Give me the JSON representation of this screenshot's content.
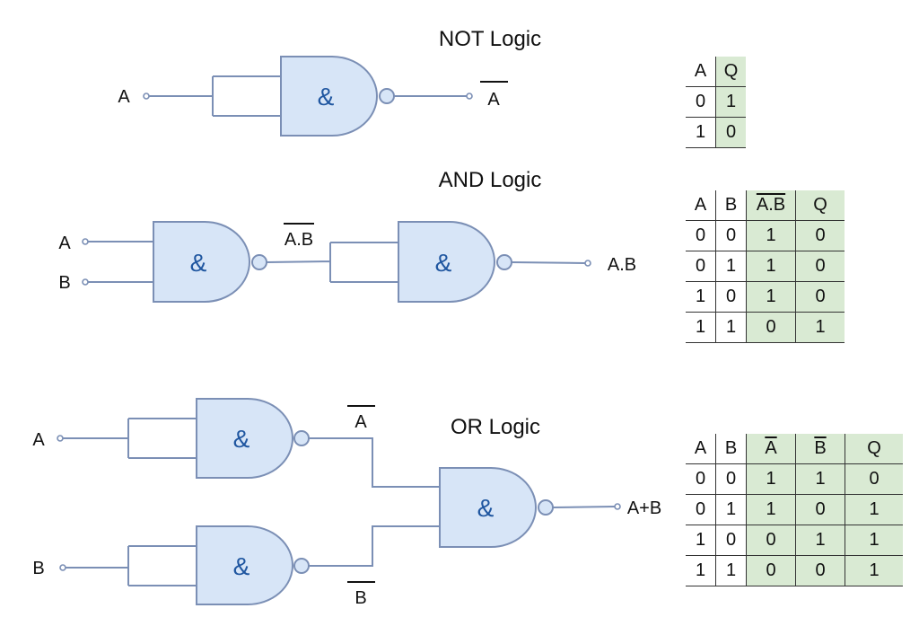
{
  "colors": {
    "gate_fill": "#d7e5f7",
    "wire": "#7b8fb5",
    "ampersand": "#1f56a0",
    "table_highlight": "#d9ead3"
  },
  "gate_symbol": "&",
  "not_logic": {
    "title": "NOT Logic",
    "input_label": "A",
    "output_label": "A",
    "output_inverted": true,
    "truth_table": {
      "headers": [
        {
          "text": "A",
          "overline": false
        },
        {
          "text": "Q",
          "overline": false
        }
      ],
      "rows": [
        [
          "0",
          "1"
        ],
        [
          "1",
          "0"
        ]
      ]
    }
  },
  "and_logic": {
    "title": "AND Logic",
    "input_labels": [
      "A",
      "B"
    ],
    "intermediate_label": "A.B",
    "intermediate_inverted": true,
    "output_label": "A.B",
    "truth_table": {
      "headers": [
        {
          "text": "A",
          "overline": false
        },
        {
          "text": "B",
          "overline": false
        },
        {
          "text": "A.B",
          "overline": true
        },
        {
          "text": "Q",
          "overline": false
        }
      ],
      "rows": [
        [
          "0",
          "0",
          "1",
          "0"
        ],
        [
          "0",
          "1",
          "1",
          "0"
        ],
        [
          "1",
          "0",
          "1",
          "0"
        ],
        [
          "1",
          "1",
          "0",
          "1"
        ]
      ]
    }
  },
  "or_logic": {
    "title": "OR Logic",
    "input_labels": [
      "A",
      "B"
    ],
    "intermediate_labels": [
      "A",
      "B"
    ],
    "intermediate_inverted": true,
    "output_label": "A+B",
    "truth_table": {
      "headers": [
        {
          "text": "A",
          "overline": false
        },
        {
          "text": "B",
          "overline": false
        },
        {
          "text": "A",
          "overline": true
        },
        {
          "text": "B",
          "overline": true
        },
        {
          "text": "Q",
          "overline": false
        }
      ],
      "rows": [
        [
          "0",
          "0",
          "1",
          "1",
          "0"
        ],
        [
          "0",
          "1",
          "1",
          "0",
          "1"
        ],
        [
          "1",
          "0",
          "0",
          "1",
          "1"
        ],
        [
          "1",
          "1",
          "0",
          "0",
          "1"
        ]
      ]
    }
  }
}
